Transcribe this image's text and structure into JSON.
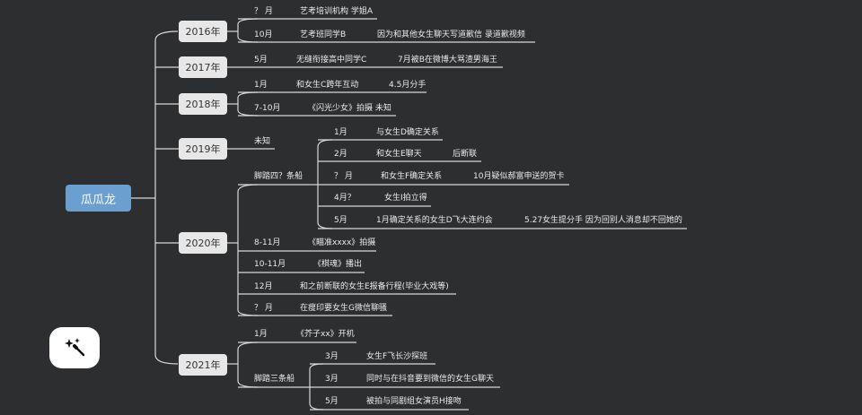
{
  "root": {
    "label": "瓜瓜龙"
  },
  "y2016": {
    "label": "2016年",
    "r1": {
      "a": "？ 月",
      "b": "艺考培训机构 学姐A"
    },
    "r2": {
      "a": "10月",
      "b": "艺考班同学B",
      "c": "因为和其他女生聊天写道歉信 录道歉视频"
    }
  },
  "y2017": {
    "label": "2017年",
    "r1": {
      "a": "5月",
      "b": "无缝衔接高中同学C",
      "c": "7月被B在微博大骂渣男海王"
    }
  },
  "y2018": {
    "label": "2018年",
    "r1": {
      "a": "1月",
      "b": "和女生C跨年互动",
      "c": "4.5月分手"
    },
    "r2": {
      "a": "7-10月",
      "b": "《闪光少女》拍摄 未知"
    }
  },
  "y2019": {
    "label": "2019年",
    "r1": {
      "a": "未知"
    }
  },
  "y2020": {
    "label": "2020年",
    "boat": {
      "label": "脚踏四？条船",
      "s1": {
        "a": "1月",
        "b": "与女生D确定关系"
      },
      "s2": {
        "a": "2月",
        "b": "和女生E聊天",
        "c": "后断联"
      },
      "s3": {
        "a": "？ 月",
        "b": "和女生F确定关系",
        "c": "10月疑似郝富申送的贺卡"
      },
      "s4": {
        "a": "4月？",
        "b": "女生I拍立得"
      },
      "s5": {
        "a": "5月",
        "b": "1月确定关系的女生D飞大连约会",
        "c": "5.27女生提分手 因为回别人消息却不回她的"
      }
    },
    "r2": {
      "a": "8-11月",
      "b": "《瞄准xxxx》拍摄"
    },
    "r3": {
      "a": "10-11月",
      "b": "《棋魂》播出"
    },
    "r4": {
      "a": "12月",
      "b": "和之前断联的女生E报备行程(毕业大戏等)"
    },
    "r5": {
      "a": "？ 月",
      "b": "在瘦印要女生G微信聊骚"
    }
  },
  "y2021": {
    "label": "2021年",
    "r1": {
      "a": "1月",
      "b": "《芥子xx》开机"
    },
    "boat": {
      "label": "脚踏三条船",
      "s1": {
        "a": "3月",
        "b": "女生F飞长沙探班"
      },
      "s2": {
        "a": "3月",
        "b": "同时与在抖音要到微信的女生G聊天"
      },
      "s3": {
        "a": "5月",
        "b": "被拍与同剧组女演员H接吻"
      }
    }
  },
  "toolbar": {
    "icon": "magic-wand-icon"
  },
  "colors": {
    "background": "#2d2e30",
    "root": "#6a9fd0",
    "line": "#d8d8d8"
  }
}
